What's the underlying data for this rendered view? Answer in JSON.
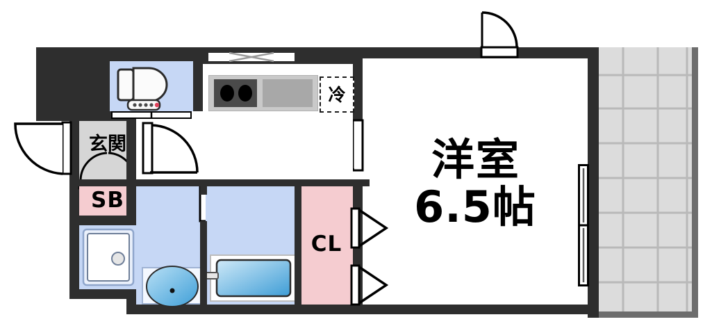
{
  "plan": {
    "type": "japanese-apartment-floor-plan",
    "layout_name": "1K",
    "background_color": "#ffffff",
    "wall_color": "#2e2e2e",
    "colors": {
      "wall": "#2e2e2e",
      "room_blue": "#c6d7f5",
      "closet_pink": "#f5ccd0",
      "entrance_gray": "#d6d6d6",
      "balcony_gray": "#dcdcdc",
      "bath_water": "#7fc0e8",
      "counter_gray": "#c9c9c9",
      "stove_gray": "#4a4a4a"
    }
  },
  "rooms": [
    {
      "id": "main-room",
      "label_line1": "洋室",
      "label_line2": "6.5帖",
      "size_jou": 6.5,
      "fill": "#ffffff"
    },
    {
      "id": "entrance",
      "label": "玄関",
      "fill": "#d6d6d6"
    },
    {
      "id": "shoe-box",
      "label": "SB",
      "fill": "#f5ccd0"
    },
    {
      "id": "closet",
      "label": "CL",
      "fill": "#f5ccd0"
    },
    {
      "id": "toilet",
      "label": "",
      "fill": "#c6d7f5"
    },
    {
      "id": "washroom",
      "label": "",
      "fill": "#c6d7f5"
    },
    {
      "id": "bathroom",
      "label": "",
      "fill": "#c6d7f5"
    },
    {
      "id": "kitchen-hall",
      "label": "",
      "fill": "#ffffff"
    },
    {
      "id": "balcony",
      "label": "",
      "fill": "#dcdcdc"
    }
  ],
  "fixtures": [
    {
      "id": "refrigerator",
      "label": "冷",
      "note": "dashed outline reserved space"
    },
    {
      "id": "stove",
      "label": "",
      "burners": 2
    },
    {
      "id": "kitchen-counter",
      "label": ""
    },
    {
      "id": "range-hood-window",
      "label": ""
    },
    {
      "id": "toilet-unit",
      "label": ""
    },
    {
      "id": "washing-machine-space",
      "label": ""
    },
    {
      "id": "bathtub",
      "label": ""
    },
    {
      "id": "wash-basin",
      "label": ""
    }
  ],
  "doors": [
    {
      "id": "entrance-door",
      "kind": "swing",
      "note": "front door, swings out left"
    },
    {
      "id": "service-door",
      "kind": "swing",
      "note": "top exterior door"
    },
    {
      "id": "genkan-double-door",
      "kind": "double-swing"
    },
    {
      "id": "washroom-door",
      "kind": "swing"
    },
    {
      "id": "main-room-door",
      "kind": "swing"
    },
    {
      "id": "closet-door-upper",
      "kind": "folding"
    },
    {
      "id": "closet-door-lower",
      "kind": "folding"
    },
    {
      "id": "bath-door",
      "kind": "folding"
    },
    {
      "id": "balcony-sliding-door",
      "kind": "sliding"
    }
  ],
  "labels": {
    "main_room_line1": "洋室",
    "main_room_line2": "6.5帖",
    "entrance": "玄関",
    "shoe_box": "SB",
    "closet": "CL",
    "refrigerator": "冷"
  }
}
